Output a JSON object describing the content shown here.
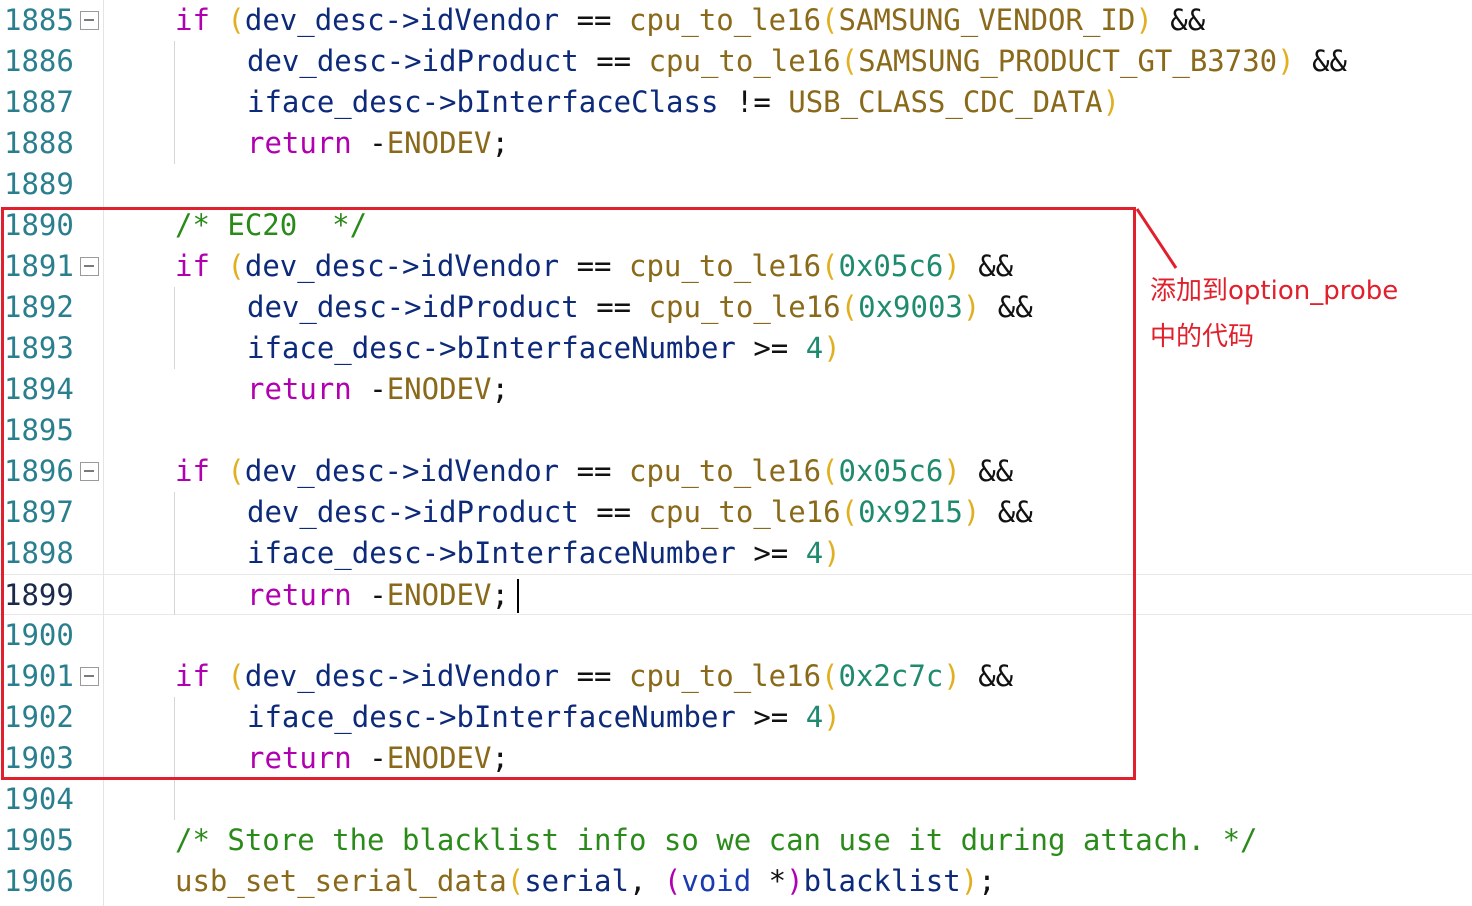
{
  "editor": {
    "lines": [
      {
        "n": "1885",
        "fold": true,
        "indent": 0,
        "tokens": [
          [
            "kw",
            "if"
          ],
          [
            "op",
            " "
          ],
          [
            "par",
            "("
          ],
          [
            "id",
            "dev_desc->idVendor"
          ],
          [
            "op",
            " == "
          ],
          [
            "fn",
            "cpu_to_le16"
          ],
          [
            "par",
            "("
          ],
          [
            "mac",
            "SAMSUNG_VENDOR_ID"
          ],
          [
            "par",
            ")"
          ],
          [
            "op",
            " &&"
          ]
        ]
      },
      {
        "n": "1886",
        "fold": false,
        "indent": 1,
        "tokens": [
          [
            "id",
            "dev_desc->idProduct"
          ],
          [
            "op",
            " == "
          ],
          [
            "fn",
            "cpu_to_le16"
          ],
          [
            "par",
            "("
          ],
          [
            "mac",
            "SAMSUNG_PRODUCT_GT_B3730"
          ],
          [
            "par",
            ")"
          ],
          [
            "op",
            " &&"
          ]
        ]
      },
      {
        "n": "1887",
        "fold": false,
        "indent": 1,
        "tokens": [
          [
            "id",
            "iface_desc->bInterfaceClass"
          ],
          [
            "op",
            " != "
          ],
          [
            "mac",
            "USB_CLASS_CDC_DATA"
          ],
          [
            "par",
            ")"
          ]
        ]
      },
      {
        "n": "1888",
        "fold": false,
        "indent": 1,
        "tokens": [
          [
            "ret",
            "return"
          ],
          [
            "op",
            " -"
          ],
          [
            "mac",
            "ENODEV"
          ],
          [
            "op",
            ";"
          ]
        ]
      },
      {
        "n": "1889",
        "fold": false,
        "indent": 0,
        "tokens": []
      },
      {
        "n": "1890",
        "fold": false,
        "indent": 0,
        "tokens": [
          [
            "cmt",
            "/* EC20  */"
          ]
        ]
      },
      {
        "n": "1891",
        "fold": true,
        "indent": 0,
        "tokens": [
          [
            "kw",
            "if"
          ],
          [
            "op",
            " "
          ],
          [
            "par",
            "("
          ],
          [
            "id",
            "dev_desc->idVendor"
          ],
          [
            "op",
            " == "
          ],
          [
            "fn",
            "cpu_to_le16"
          ],
          [
            "par",
            "("
          ],
          [
            "num",
            "0x05c6"
          ],
          [
            "par",
            ")"
          ],
          [
            "op",
            " &&"
          ]
        ]
      },
      {
        "n": "1892",
        "fold": false,
        "indent": 1,
        "tokens": [
          [
            "id",
            "dev_desc->idProduct"
          ],
          [
            "op",
            " == "
          ],
          [
            "fn",
            "cpu_to_le16"
          ],
          [
            "par",
            "("
          ],
          [
            "num",
            "0x9003"
          ],
          [
            "par",
            ")"
          ],
          [
            "op",
            " &&"
          ]
        ]
      },
      {
        "n": "1893",
        "fold": false,
        "indent": 1,
        "tokens": [
          [
            "id",
            "iface_desc->bInterfaceNumber"
          ],
          [
            "op",
            " >= "
          ],
          [
            "num",
            "4"
          ],
          [
            "par",
            ")"
          ]
        ]
      },
      {
        "n": "1894",
        "fold": false,
        "indent": 1,
        "tokens": [
          [
            "ret",
            "return"
          ],
          [
            "op",
            " -"
          ],
          [
            "mac",
            "ENODEV"
          ],
          [
            "op",
            ";"
          ]
        ]
      },
      {
        "n": "1895",
        "fold": false,
        "indent": 0,
        "tokens": []
      },
      {
        "n": "1896",
        "fold": true,
        "indent": 0,
        "tokens": [
          [
            "kw",
            "if"
          ],
          [
            "op",
            " "
          ],
          [
            "par",
            "("
          ],
          [
            "id",
            "dev_desc->idVendor"
          ],
          [
            "op",
            " == "
          ],
          [
            "fn",
            "cpu_to_le16"
          ],
          [
            "par",
            "("
          ],
          [
            "num",
            "0x05c6"
          ],
          [
            "par",
            ")"
          ],
          [
            "op",
            " &&"
          ]
        ]
      },
      {
        "n": "1897",
        "fold": false,
        "indent": 1,
        "tokens": [
          [
            "id",
            "dev_desc->idProduct"
          ],
          [
            "op",
            " == "
          ],
          [
            "fn",
            "cpu_to_le16"
          ],
          [
            "par",
            "("
          ],
          [
            "num",
            "0x9215"
          ],
          [
            "par",
            ")"
          ],
          [
            "op",
            " &&"
          ]
        ]
      },
      {
        "n": "1898",
        "fold": false,
        "indent": 1,
        "tokens": [
          [
            "id",
            "iface_desc->bInterfaceNumber"
          ],
          [
            "op",
            " >= "
          ],
          [
            "num",
            "4"
          ],
          [
            "par",
            ")"
          ]
        ]
      },
      {
        "n": "1899",
        "fold": false,
        "indent": 1,
        "current": true,
        "tokens": [
          [
            "ret",
            "return"
          ],
          [
            "op",
            " -"
          ],
          [
            "mac",
            "ENODEV"
          ],
          [
            "op",
            ";"
          ]
        ]
      },
      {
        "n": "1900",
        "fold": false,
        "indent": 0,
        "tokens": []
      },
      {
        "n": "1901",
        "fold": true,
        "indent": 0,
        "tokens": [
          [
            "kw",
            "if"
          ],
          [
            "op",
            " "
          ],
          [
            "par",
            "("
          ],
          [
            "id",
            "dev_desc->idVendor"
          ],
          [
            "op",
            " == "
          ],
          [
            "fn",
            "cpu_to_le16"
          ],
          [
            "par",
            "("
          ],
          [
            "num",
            "0x2c7c"
          ],
          [
            "par",
            ")"
          ],
          [
            "op",
            " &&"
          ]
        ]
      },
      {
        "n": "1902",
        "fold": false,
        "indent": 1,
        "tokens": [
          [
            "id",
            "iface_desc->bInterfaceNumber"
          ],
          [
            "op",
            " >= "
          ],
          [
            "num",
            "4"
          ],
          [
            "par",
            ")"
          ]
        ]
      },
      {
        "n": "1903",
        "fold": false,
        "indent": 1,
        "tokens": [
          [
            "ret",
            "return"
          ],
          [
            "op",
            " -"
          ],
          [
            "mac",
            "ENODEV"
          ],
          [
            "op",
            ";"
          ]
        ]
      },
      {
        "n": "1904",
        "fold": false,
        "indent": 0,
        "tokens": []
      },
      {
        "n": "1905",
        "fold": false,
        "indent": 0,
        "tokens": [
          [
            "cmt",
            "/* Store the blacklist info so we can use it during attach. */"
          ]
        ]
      },
      {
        "n": "1906",
        "fold": false,
        "indent": 0,
        "tokens": [
          [
            "fn",
            "usb_set_serial_data"
          ],
          [
            "par",
            "("
          ],
          [
            "id",
            "serial"
          ],
          [
            "op",
            ", "
          ],
          [
            "kw",
            "("
          ],
          [
            "ty",
            "void"
          ],
          [
            "op",
            " *"
          ],
          [
            "kw",
            ")"
          ],
          [
            "id",
            "blacklist"
          ],
          [
            "par",
            ")"
          ],
          [
            "op",
            ";"
          ]
        ]
      }
    ]
  },
  "annotation": {
    "line1": "添加到option_probe",
    "line2": "中的代码"
  },
  "colors": {
    "highlight": "#e0202c",
    "keyword": "#b000b0",
    "number": "#1e8a6e",
    "comment": "#2a8a1a"
  }
}
